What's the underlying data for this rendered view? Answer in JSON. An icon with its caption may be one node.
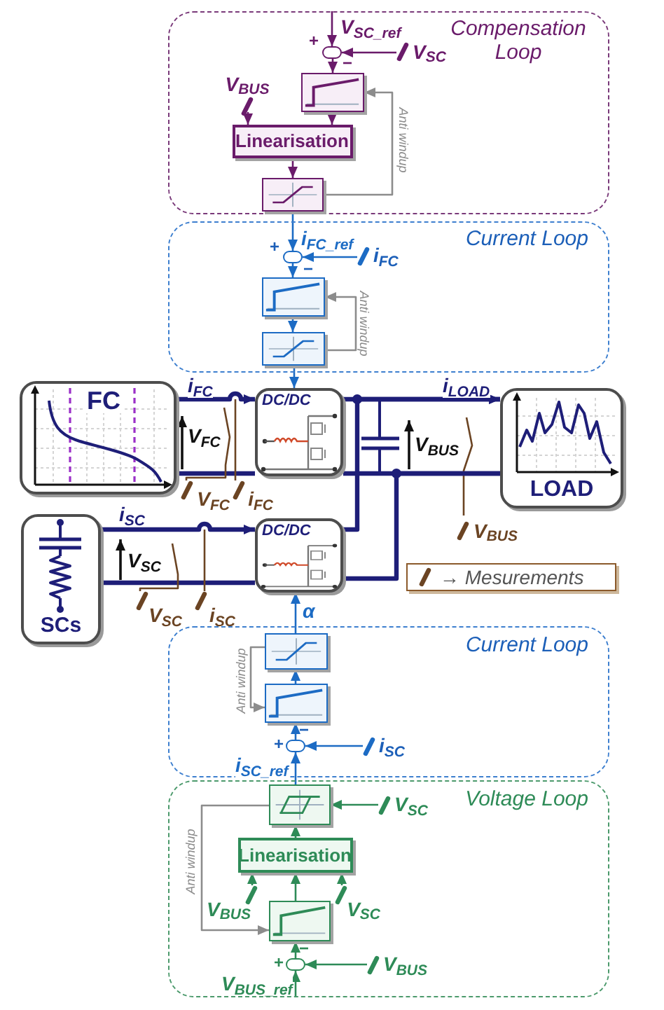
{
  "diagram": {
    "nodes": [
      {
        "text": [
          "Compensation Loop"
        ]
      },
      {
        "text": [],
        "shape": "circle",
        "in": 0,
        "beside": [
          "+",
          "−"
        ]
      },
      {
        "text": [
          "V$_{SC}$"
        ],
        "in": 0
      },
      {
        "text": [],
        "shape": "box",
        "in": 0
      },
      {
        "text": [
          "V$_{BUS}$"
        ],
        "in": 0
      },
      {
        "text": [
          "Linearisation"
        ],
        "in": 0
      },
      {
        "text": [],
        "shape": "box",
        "in": 0
      },
      {
        "text": [
          "Current Loop"
        ]
      },
      {
        "text": [],
        "shape": "circle",
        "in": 7,
        "beside": [
          "+",
          "−"
        ]
      },
      {
        "text": [
          "i$_{FC}$"
        ],
        "in": 7
      },
      {
        "text": [],
        "shape": "box",
        "in": 7
      },
      {
        "text": [],
        "shape": "box",
        "in": 7
      },
      {
        "text": [
          "FC"
        ]
      },
      {
        "text": [
          "DC/DC"
        ]
      },
      {
        "text": [
          "LOAD"
        ]
      },
      {
        "text": [
          "V$_{FC}$"
        ]
      },
      {
        "text": [
          "i$_{FC}$"
        ]
      },
      {
        "text": [
          "V$_{BUS}$"
        ]
      },
      {
        "text": [
          "SCs"
        ]
      },
      {
        "text": [
          "DC/DC"
        ]
      },
      {
        "text": [
          "V$_{SC}$"
        ]
      },
      {
        "text": [
          "i$_{SC}$"
        ]
      },
      {
        "text": [
          "Current Loop"
        ]
      },
      {
        "text": [],
        "shape": "box",
        "in": 22
      },
      {
        "text": [],
        "shape": "box",
        "in": 22
      },
      {
        "text": [],
        "shape": "circle",
        "in": 22,
        "beside": [
          "−",
          "+"
        ]
      },
      {
        "text": [
          "i$_{SC}$"
        ],
        "in": 22
      },
      {
        "text": [
          "Voltage Loop"
        ]
      },
      {
        "text": [],
        "shape": "box",
        "in": 27
      },
      {
        "text": [
          "V$_{SC}$"
        ],
        "in": 27
      },
      {
        "text": [
          "Linearisation"
        ],
        "in": 27
      },
      {
        "text": [
          "V$_{BUS}$"
        ],
        "in": 27
      },
      {
        "text": [
          "V$_{SC}$"
        ],
        "in": 27
      },
      {
        "text": [],
        "shape": "box",
        "in": 27
      },
      {
        "text": [],
        "shape": "circle",
        "in": 27,
        "beside": [
          "−",
          "+"
        ]
      },
      {
        "text": [
          "V$_{BUS}$"
        ],
        "in": 27
      }
    ],
    "edges": [
      {
        "from": null,
        "to": 1,
        "arrow": "to",
        "label": "V$_{SC_ref}$",
        "color": "#6a1b6a"
      },
      {
        "from": 2,
        "to": 1,
        "arrow": "to",
        "color": "#6a1b6a"
      },
      {
        "from": 1,
        "to": 3,
        "arrow": "to",
        "color": "#6a1b6a"
      },
      {
        "from": 3,
        "to": 5,
        "arrow": "to",
        "color": "#6a1b6a"
      },
      {
        "from": 4,
        "to": 5,
        "arrow": "to",
        "color": "#6a1b6a"
      },
      {
        "from": 5,
        "to": 6,
        "arrow": "to",
        "color": "#6a1b6a"
      },
      {
        "from": 6,
        "to": 3,
        "arrow": "to",
        "label": "Anti windup",
        "color": "#8c8c8c"
      },
      {
        "from": 6,
        "to": 8,
        "arrow": "to",
        "label": "i$_{FC_ref}$"
      },
      {
        "from": 9,
        "to": 8,
        "arrow": "to"
      },
      {
        "from": 8,
        "to": 10,
        "arrow": "to"
      },
      {
        "from": 10,
        "to": 11,
        "arrow": "to"
      },
      {
        "from": 11,
        "to": 10,
        "arrow": "to",
        "label": "Anti windup",
        "color": "#8c8c8c"
      },
      {
        "from": 11,
        "to": 13,
        "arrow": "to"
      },
      {
        "from": 12,
        "to": 13,
        "arrow": "to",
        "label": "i$_{FC}$",
        "style": "thick",
        "color": "#1e1e78"
      },
      {
        "from": 12,
        "to": 13,
        "arrow": "none",
        "style": "thick",
        "color": "#1e1e78"
      },
      {
        "from": 13,
        "to": 14,
        "arrow": "to",
        "label": "i$_{LOAD}$",
        "style": "thick",
        "color": "#1e1e78"
      },
      {
        "from": 13,
        "to": 14,
        "arrow": "none",
        "style": "thick",
        "color": "#1e1e78"
      },
      {
        "from": 15,
        "to": null,
        "arrow": "none",
        "color": "#6b4423"
      },
      {
        "from": 16,
        "to": null,
        "arrow": "none",
        "color": "#6b4423"
      },
      {
        "from": 17,
        "to": null,
        "arrow": "none",
        "color": "#6b4423"
      },
      {
        "from": 18,
        "to": 19,
        "arrow": "to",
        "label": "i$_{SC}$",
        "style": "thick",
        "color": "#1e1e78"
      },
      {
        "from": 18,
        "to": 19,
        "arrow": "none",
        "style": "thick",
        "color": "#1e1e78"
      },
      {
        "from": 19,
        "to": 14,
        "arrow": "to",
        "style": "thick",
        "color": "#1e1e78"
      },
      {
        "from": 19,
        "to": 14,
        "arrow": "none",
        "style": "thick",
        "color": "#1e1e78"
      },
      {
        "from": 20,
        "to": null,
        "arrow": "none",
        "color": "#6b4423"
      },
      {
        "from": 21,
        "to": null,
        "arrow": "none",
        "color": "#6b4423"
      },
      {
        "from": 23,
        "to": 19,
        "arrow": "to",
        "label": "α"
      },
      {
        "from": 24,
        "to": 23,
        "arrow": "to"
      },
      {
        "from": 23,
        "to": 24,
        "arrow": "to",
        "label": "Anti windup",
        "color": "#8c8c8c"
      },
      {
        "from": 25,
        "to": 24,
        "arrow": "to"
      },
      {
        "from": 26,
        "to": 25,
        "arrow": "to"
      },
      {
        "from": 28,
        "to": 25,
        "arrow": "to",
        "label": "i$_{SC_ref}$"
      },
      {
        "from": 30,
        "to": 28,
        "arrow": "to",
        "color": "#2e8b57"
      },
      {
        "from": 29,
        "to": 28,
        "arrow": "to",
        "color": "#2e8b57"
      },
      {
        "from": 33,
        "to": 30,
        "arrow": "to",
        "color": "#2e8b57"
      },
      {
        "from": 31,
        "to": 30,
        "arrow": "to",
        "color": "#2e8b57"
      },
      {
        "from": 32,
        "to": 30,
        "arrow": "to",
        "color": "#2e8b57"
      },
      {
        "from": 34,
        "to": 33,
        "arrow": "to",
        "color": "#2e8b57"
      },
      {
        "from": 35,
        "to": 34,
        "arrow": "to",
        "color": "#2e8b57"
      },
      {
        "from": null,
        "to": 34,
        "arrow": "to",
        "label": "V$_{BUS_ref}$",
        "color": "#2e8b57"
      },
      {
        "from": 28,
        "to": 33,
        "arrow": "to",
        "label": "Anti windup",
        "color": "#8c8c8c"
      }
    ],
    "labels": [
      "V$_{FC}$",
      "V$_{BUS}$",
      "V$_{SC}$"
    ],
    "legend": [
      {
        "text": "→ Mesurements"
      }
    ]
  }
}
